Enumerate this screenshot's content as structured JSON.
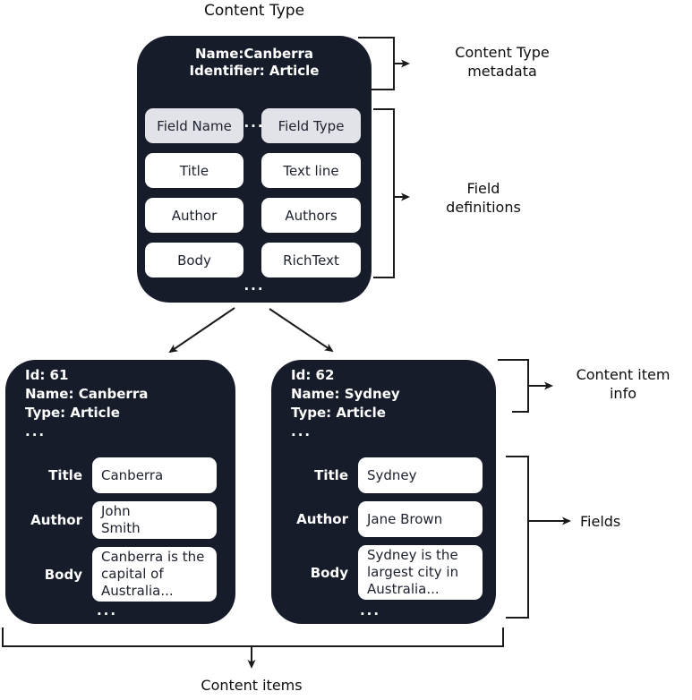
{
  "title": "Content Type",
  "colors": {
    "box_dark": "#161c29",
    "chip_gray": "#e2e3e9",
    "chip_white": "#ffffff",
    "line": "#1a1a1a"
  },
  "content_type_box": {
    "header": "Name:Canberra\nIdentifier: Article",
    "ellipsis": "...",
    "field_table": {
      "header": {
        "name": "Field Name",
        "type": "Field Type"
      },
      "rows": [
        {
          "name": "Title",
          "type": "Text line"
        },
        {
          "name": "Author",
          "type": "Authors"
        },
        {
          "name": "Body",
          "type": "RichText"
        }
      ]
    },
    "bottom_ellipsis": "..."
  },
  "annotations": {
    "content_type_metadata": "Content Type\nmetadata",
    "field_definitions": "Field\ndefinitions",
    "content_item_info": "Content item\ninfo",
    "fields": "Fields",
    "content_items": "Content items"
  },
  "content_items": [
    {
      "id_line": "Id: 61",
      "name_line": "Name: Canberra",
      "type_line": "Type: Article",
      "ellipsis": "...",
      "fields": [
        {
          "label": "Title",
          "value": "Canberra"
        },
        {
          "label": "Author",
          "value": "John\nSmith"
        },
        {
          "label": "Body",
          "value": "Canberra is the\ncapital of\nAustralia..."
        }
      ],
      "bottom_ellipsis": "..."
    },
    {
      "id_line": "Id: 62",
      "name_line": "Name: Sydney",
      "type_line": "Type: Article",
      "ellipsis": "...",
      "fields": [
        {
          "label": "Title",
          "value": "Sydney"
        },
        {
          "label": "Author",
          "value": "Jane Brown"
        },
        {
          "label": "Body",
          "value": "Sydney is the\nlargest city in\nAustralia..."
        }
      ],
      "bottom_ellipsis": "..."
    }
  ]
}
